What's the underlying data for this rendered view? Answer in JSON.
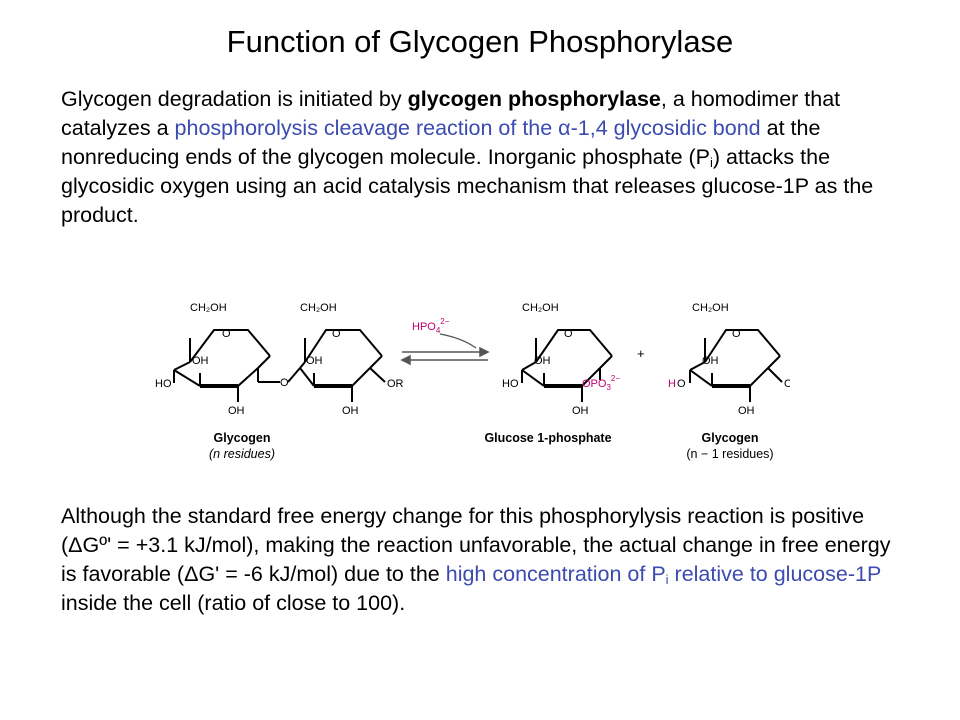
{
  "slide": {
    "title": "Function of Glycogen Phosphorylase"
  },
  "para1": {
    "t1": "Glycogen degradation is initiated by ",
    "bold": "glycogen phosphorylase",
    "t2": ", a homodimer that catalyzes a ",
    "blue": "phosphorolysis cleavage reaction of the α-1,4 glycosidic bond",
    "t3": " at the nonreducing ends of the glycogen molecule. Inorganic phosphate (P",
    "sub": "i",
    "t4": ") attacks the glycosidic oxygen using an acid catalysis mechanism that releases glucose-1P as the product."
  },
  "para2": {
    "t1": "Although the standard free energy change for this phosphorylysis reaction is positive (ΔGº' = +3.1 kJ/mol), making the reaction unfavorable, the actual change in free energy is favorable (ΔG' = -6 kJ/mol) due to the ",
    "blue1": "high concentration of P",
    "sub": "i",
    "blue2": " relative to glucose-1P",
    "t2": " inside the cell (ratio of close to 100)."
  },
  "figure": {
    "ch2oh": "CH₂OH",
    "ring_o": "O",
    "oh": "OH",
    "ho": "HO",
    "link_o": "O",
    "or": "OR",
    "hpo4_main": "HPO",
    "hpo4_sub": "4",
    "hpo4_sup": "2−",
    "opo3_main": "OPO",
    "opo3_sub": "3",
    "opo3_sup": "2−",
    "plus": "+",
    "h_red": "H",
    "o_black": "O",
    "glycogen_label": "Glycogen",
    "glycogen_sub": "(n residues)",
    "g1p_label": "Glucose 1-phosphate",
    "glycogen2_label": "Glycogen",
    "glycogen2_sub": "(n − 1 residues)",
    "colors": {
      "magenta": "#c0006f",
      "arrow": "#555555",
      "text_blue": "#3b4bb0"
    }
  }
}
